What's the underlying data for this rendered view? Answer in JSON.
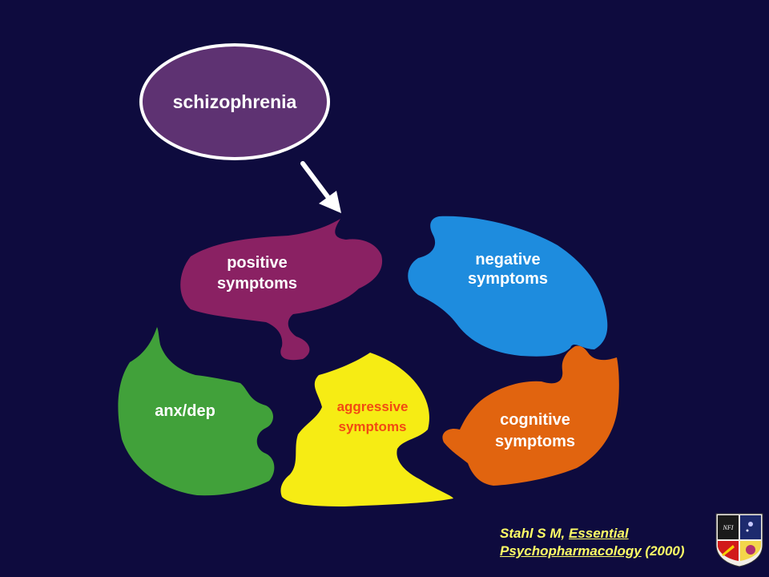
{
  "diagram": {
    "root": {
      "label": "schizophrenia"
    },
    "pieces": {
      "positive": {
        "line1": "positive",
        "line2": "symptoms",
        "color": "#8a2163"
      },
      "negative": {
        "line1": "negative",
        "line2": "symptoms",
        "color": "#1e8cde"
      },
      "anxdep": {
        "label": "anx/dep",
        "color": "#41a13a"
      },
      "aggressive": {
        "line1": "aggressive",
        "line2": "symptoms",
        "color": "#f6ec14",
        "text_color": "#f24a12"
      },
      "cognitive": {
        "line1": "cognitive",
        "line2": "symptoms",
        "color": "#e1640f"
      }
    },
    "root_color": "#5e3272"
  },
  "citation": {
    "author": "Stahl S M,",
    "title_part1": "Essential",
    "title_part2": "Psychopharmacology",
    "year": "(2000)"
  },
  "logo": {
    "text": "NFI"
  }
}
